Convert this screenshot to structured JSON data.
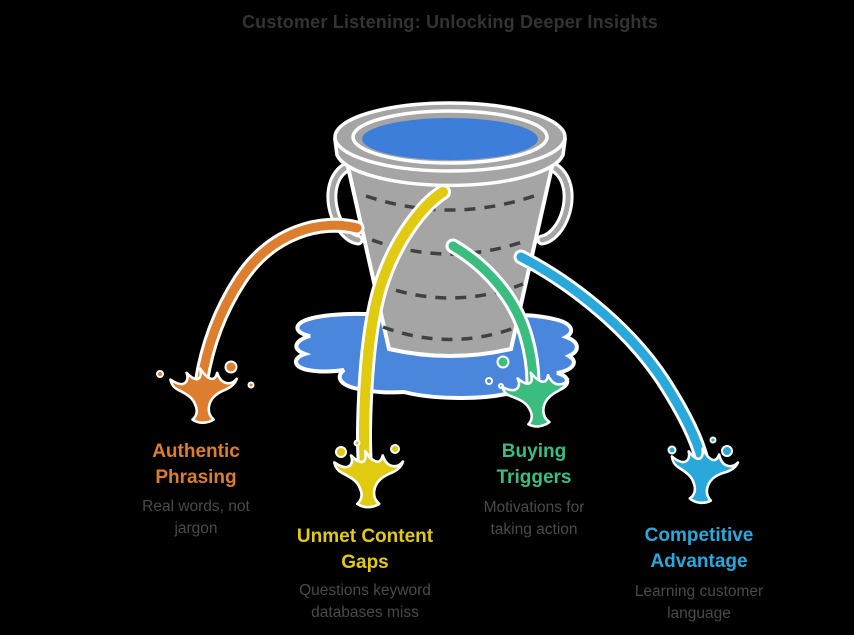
{
  "title": "Customer Listening: Unlocking Deeper Insights",
  "title_color": "#333333",
  "background_color": "#000000",
  "desc_color": "#4A4A4A",
  "bucket": {
    "body_color": "#A5A5A5",
    "outline_color": "#FFFFFF",
    "water_color": "#3E7EDB",
    "puddle_color": "#4A86DC",
    "band_dash_color": "#414141"
  },
  "items": [
    {
      "id": "authentic-phrasing",
      "label": "Authentic\nPhrasing",
      "desc": "Real words, not\njargon",
      "color": "#DD7E2E"
    },
    {
      "id": "unmet-content-gaps",
      "label": "Unmet Content\nGaps",
      "desc": "Questions keyword\ndatabases miss",
      "color": "#E1CB11"
    },
    {
      "id": "buying-triggers",
      "label": "Buying\nTriggers",
      "desc": "Motivations for\ntaking action",
      "color": "#3BBD80"
    },
    {
      "id": "competitive-advantage",
      "label": "Competitive\nAdvantage",
      "desc": "Learning customer\nlanguage",
      "color": "#29A8DC"
    }
  ]
}
